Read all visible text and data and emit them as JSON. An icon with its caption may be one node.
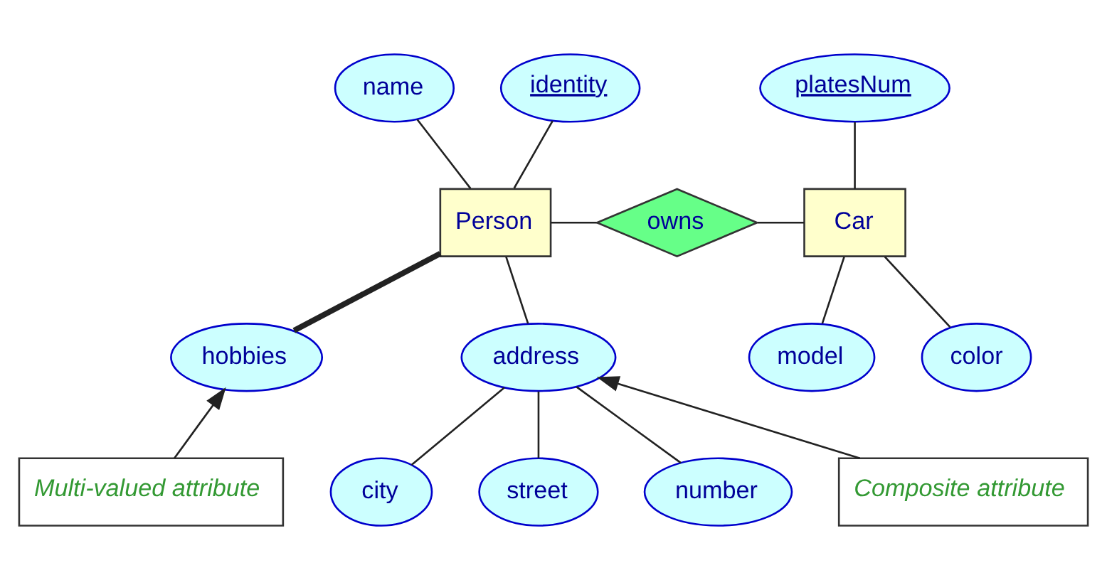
{
  "diagram": {
    "nodes": [
      {
        "text": [
          "name"
        ]
      },
      {
        "text": [
          "identity"
        ]
      },
      {
        "text": [
          "Person"
        ]
      },
      {
        "text": [
          "hobbies"
        ]
      },
      {
        "text": [
          "owns"
        ]
      },
      {
        "text": [
          "platesNum"
        ]
      },
      {
        "text": [
          "Car"
        ]
      },
      {
        "text": [
          "model"
        ]
      },
      {
        "text": [
          "color"
        ]
      },
      {
        "text": [
          "address"
        ]
      },
      {
        "text": [
          "city"
        ]
      },
      {
        "text": [
          "street"
        ]
      },
      {
        "text": [
          "number"
        ]
      },
      {
        "text": [
          "Composite attribute"
        ]
      },
      {
        "text": [
          "Multi-valued attribute"
        ]
      }
    ],
    "edges": [
      {
        "from": 0,
        "to": 2,
        "arrow": "none"
      },
      {
        "from": 1,
        "to": 2,
        "arrow": "none"
      },
      {
        "from": 2,
        "to": 3,
        "arrow": "none",
        "style": "thick"
      },
      {
        "from": 2,
        "to": 4,
        "arrow": "none"
      },
      {
        "from": 4,
        "to": 6,
        "arrow": "none"
      },
      {
        "from": 5,
        "to": 6,
        "arrow": "none"
      },
      {
        "from": 6,
        "to": 7,
        "arrow": "none"
      },
      {
        "from": 6,
        "to": 8,
        "arrow": "none"
      },
      {
        "from": 2,
        "to": 9,
        "arrow": "none"
      },
      {
        "from": 9,
        "to": 10,
        "arrow": "none"
      },
      {
        "from": 9,
        "to": 11,
        "arrow": "none"
      },
      {
        "from": 9,
        "to": 12,
        "arrow": "none"
      },
      {
        "from": 13,
        "to": 9,
        "arrow": "to"
      },
      {
        "from": 14,
        "to": 3,
        "arrow": "to"
      }
    ]
  }
}
